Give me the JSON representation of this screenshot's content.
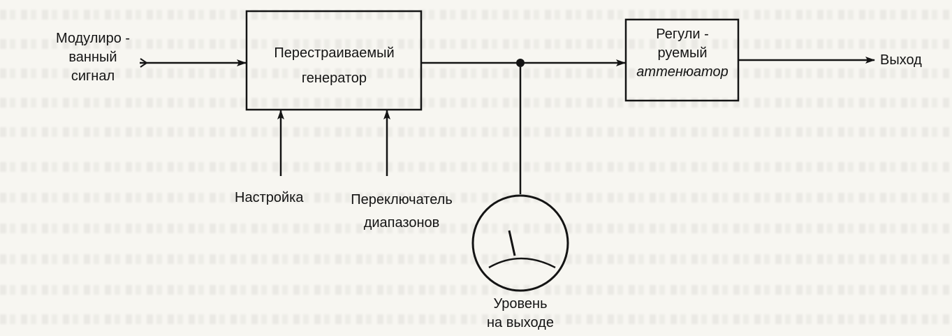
{
  "input": {
    "line1": "Модулиро -",
    "line2": "ванный",
    "line3": "сигнал"
  },
  "generator": {
    "line1": "Перестраиваемый",
    "line2": "генератор"
  },
  "attenuator": {
    "line1": "Регули -",
    "line2": "руемый",
    "line3": "аттенюатор"
  },
  "output": {
    "label": "Выход"
  },
  "controls": {
    "tuning": "Настройка",
    "range_line1": "Переключатель",
    "range_line2": "диапазонов"
  },
  "meter": {
    "line1": "Уровень",
    "line2": "на выходе"
  }
}
